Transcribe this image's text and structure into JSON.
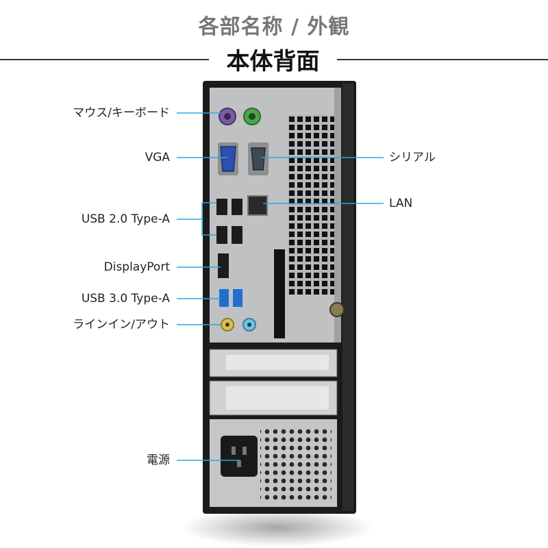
{
  "header": {
    "title": "各部名称 / 外観",
    "subtitle": "本体背面"
  },
  "labels": {
    "mouse_keyboard": "マウス/キーボード",
    "vga": "VGA",
    "usb2": "USB 2.0 Type-A",
    "displayport": "DisplayPort",
    "usb3": "USB 3.0 Type-A",
    "line_in_out": "ラインイン/アウト",
    "power": "電源",
    "serial": "シリアル",
    "lan": "LAN"
  },
  "colors": {
    "leader_line": "#29a8e0",
    "chassis": "#1b1b1b",
    "io_panel": "#bfc1c3",
    "ps2_mouse": "#7d5aa6",
    "ps2_keyboard": "#4aa64a",
    "vga_port": "#2c4fb0",
    "usb3_port": "#1f6fd0",
    "line_in": "#d9c24a",
    "line_out": "#6ac6e6"
  }
}
